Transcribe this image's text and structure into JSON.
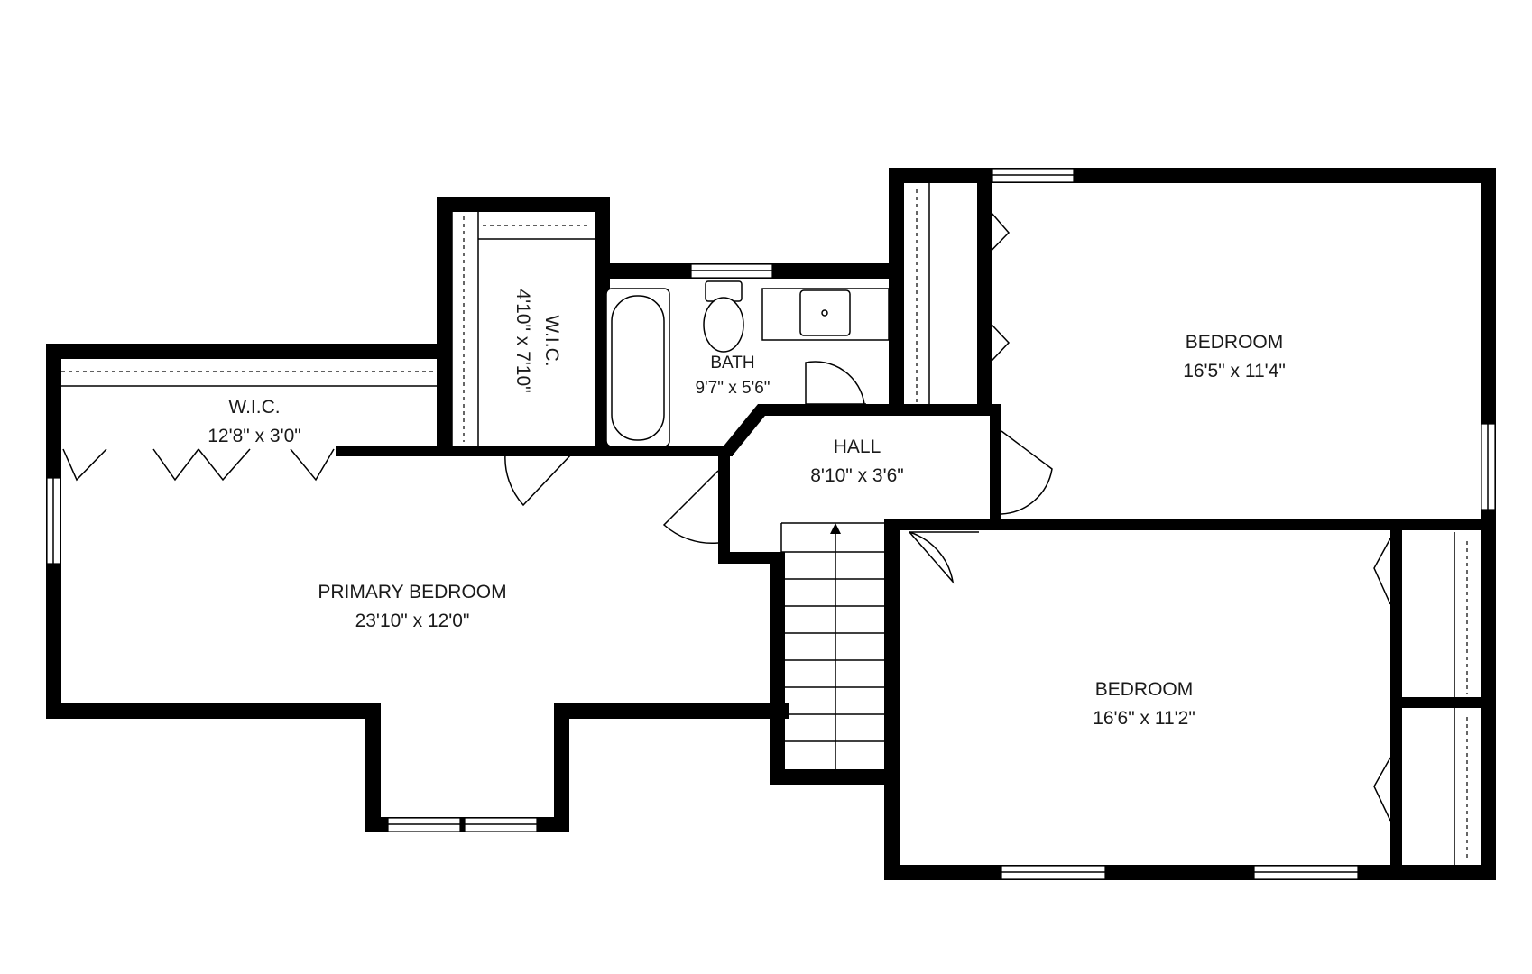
{
  "rooms": {
    "wic_top": {
      "name": "W.I.C.",
      "size": "12'8\" x 3'0\""
    },
    "wic_vertical": {
      "name": "W.I.C.",
      "size": "4'10\" x 7'10\""
    },
    "bath": {
      "name": "BATH",
      "size": "9'7\" x 5'6\""
    },
    "hall": {
      "name": "HALL",
      "size": "8'10\" x 3'6\""
    },
    "bedroom_top": {
      "name": "BEDROOM",
      "size": "16'5\" x 11'4\""
    },
    "primary_bedroom": {
      "name": "PRIMARY BEDROOM",
      "size": "23'10\" x 12'0\""
    },
    "bedroom_bottom": {
      "name": "BEDROOM",
      "size": "16'6\" x 11'2\""
    }
  },
  "colors": {
    "wall": "#000000",
    "background": "#ffffff",
    "text": "#1a1a1a"
  }
}
